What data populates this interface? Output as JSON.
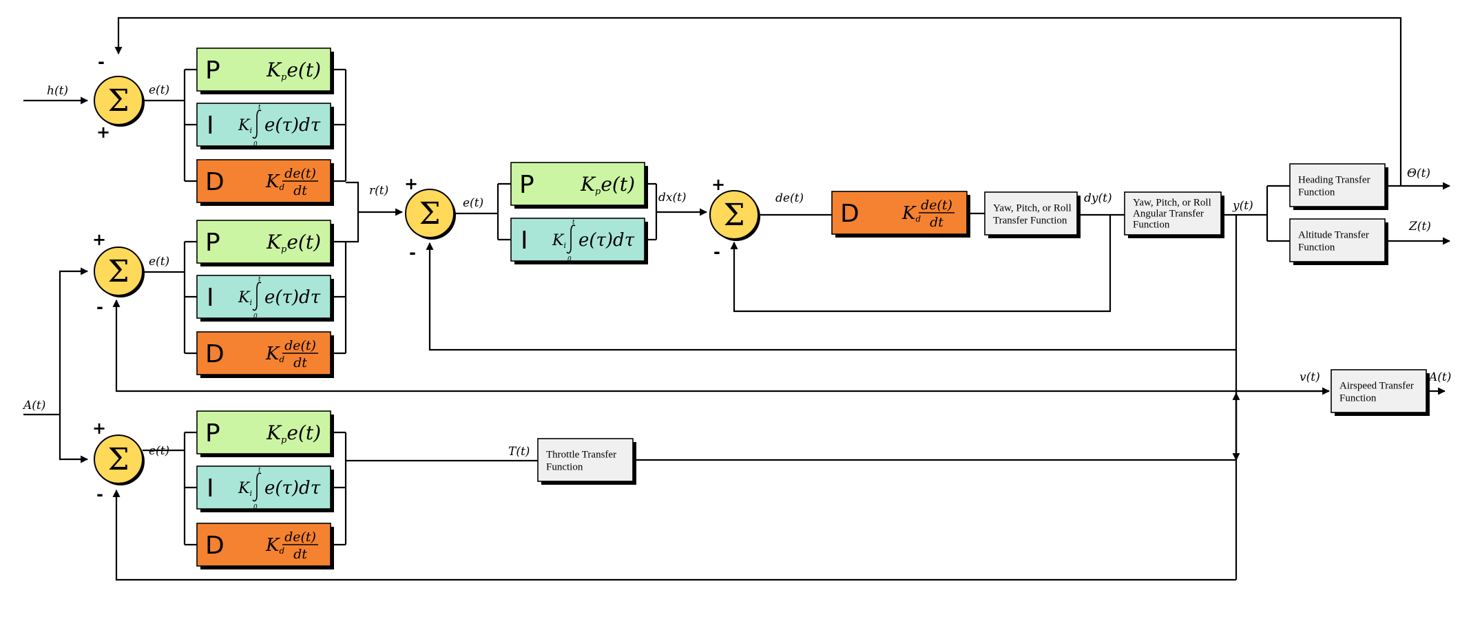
{
  "signals": {
    "h": "h(t)",
    "e1": "e(t)",
    "e2": "e(t)",
    "e3": "e(t)",
    "e4": "e(t)",
    "r": "r(t)",
    "dx": "dx(t)",
    "de": "de(t)",
    "dy": "dy(t)",
    "y": "y(t)",
    "theta": "Θ(t)",
    "z": "Z(t)",
    "A_in": "A(t)",
    "v": "v(t)",
    "A_out": "A(t)",
    "T": "T(t)"
  },
  "signs": {
    "plus": "+",
    "minus": "-"
  },
  "summer_symbol": "Σ",
  "blocks": {
    "P": {
      "letter": "P",
      "gain": "K",
      "sub": "p",
      "expr": "e(t)"
    },
    "I": {
      "letter": "I",
      "gain": "K",
      "sub": "i",
      "integrand": "e(τ)dτ",
      "upper": "t",
      "lower": "0"
    },
    "D": {
      "letter": "D",
      "gain": "K",
      "sub": "d",
      "num": "de(t)",
      "den": "dt"
    }
  },
  "transfer_functions": {
    "yaw_pitch_roll": [
      "Yaw, Pitch, or Roll",
      "Transfer Function"
    ],
    "angular": [
      "Yaw, Pitch, or Roll",
      "Angular Transfer",
      "Function"
    ],
    "heading": [
      "Heading Transfer",
      "Function"
    ],
    "altitude": [
      "Altitude Transfer",
      "Function"
    ],
    "airspeed": [
      "Airspeed Transfer",
      "Function"
    ],
    "throttle": [
      "Throttle Transfer",
      "Function"
    ]
  },
  "colors": {
    "summer": "#ffd95a",
    "p_block": "#ccf5a3",
    "i_block": "#a9e6d8",
    "d_block": "#f58230",
    "tf_block": "#f0f0f0",
    "shadow": "#000000"
  }
}
